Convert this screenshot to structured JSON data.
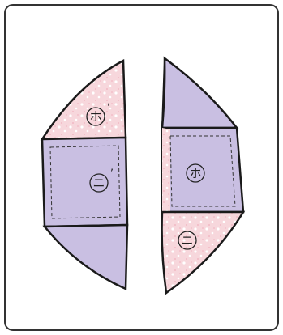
{
  "diagram": {
    "labels": {
      "left_top": "ホ",
      "left_mid": "ニ",
      "prime_mark": "’",
      "right_mid": "ホ",
      "right_bottom": "ニ"
    },
    "colors": {
      "outline": "#1a1a1a",
      "lavender": "#c9bfe2",
      "pink_floral": "#f7d7dc",
      "pink_dot": "#ffffff",
      "purple_strip": "#8d63c2",
      "frame_border": "#333333"
    }
  }
}
